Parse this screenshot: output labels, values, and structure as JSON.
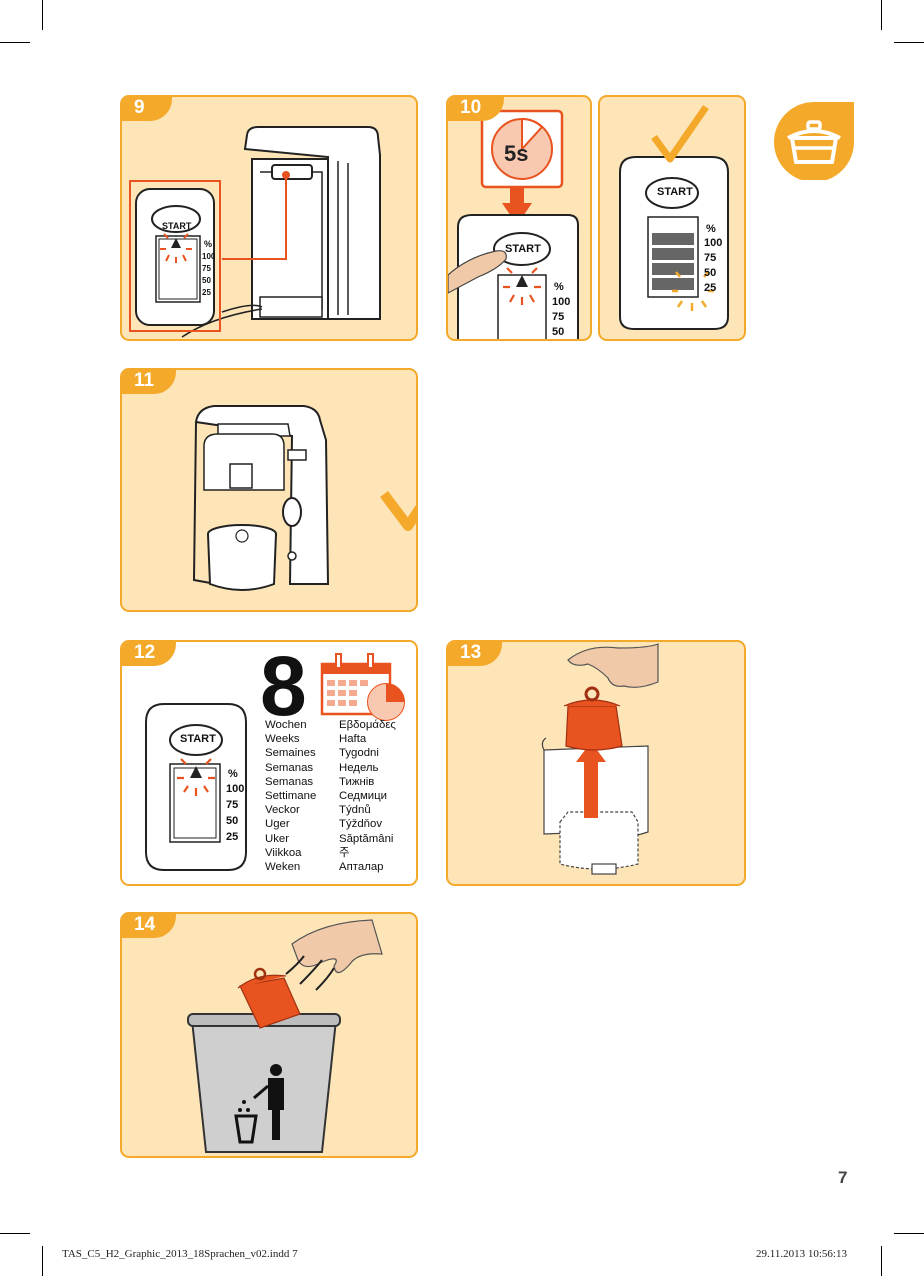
{
  "steps": {
    "s9": "9",
    "s10": "10",
    "s11": "11",
    "s12": "12",
    "s13": "13",
    "s14": "14"
  },
  "start_label": "START",
  "percent_label": "%",
  "levels": [
    "100",
    "75",
    "50",
    "25"
  ],
  "timer_label": "5s",
  "weeks_number": "8",
  "weeks_words_left": [
    "Wochen",
    "Weeks",
    "Semaines",
    "Semanas",
    "Semanas",
    "Settimane",
    "Veckor",
    "Uger",
    "Uker",
    "Viikkoa",
    "Weken"
  ],
  "weeks_words_right": [
    "Εβδομάδες",
    "Hafta",
    "Tygodni",
    "Недель",
    "Тижнів",
    "Седмици",
    "Týdnů",
    "Týždňov",
    "Săptămâni",
    "주",
    "Апталар"
  ],
  "page_number": "7",
  "footer_left": "TAS_C5_H2_Graphic_2013_18Sprachen_v02.indd   7",
  "footer_right": "29.11.2013   10:56:13",
  "icons": [
    "filter-cartridge-icon",
    "check-icon",
    "calendar-icon",
    "trash-person-icon",
    "timer-icon"
  ],
  "colors": {
    "accent": "#f4a92a",
    "cream": "#fde5b8",
    "orange_red": "#e8531f",
    "line": "#222222"
  }
}
